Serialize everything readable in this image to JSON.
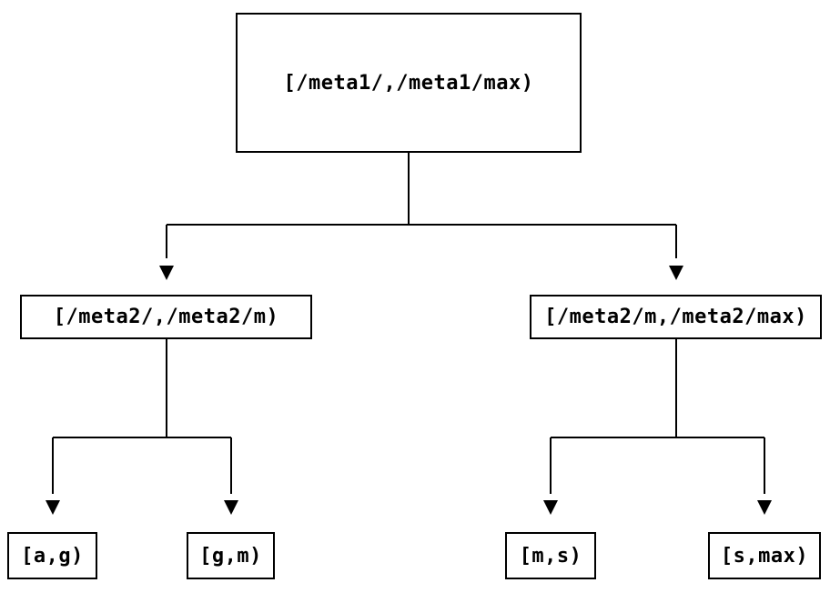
{
  "colors": {
    "ink": "#000000",
    "background": "#ffffff"
  },
  "tree": {
    "root": {
      "label": "[/meta1/,/meta1/max)"
    },
    "children": [
      {
        "label": "[/meta2/,/meta2/m)"
      },
      {
        "label": "[/meta2/m,/meta2/max)"
      }
    ],
    "leaves": [
      {
        "label": "[a,g)"
      },
      {
        "label": "[g,m)"
      },
      {
        "label": "[m,s)"
      },
      {
        "label": "[s,max)"
      }
    ]
  }
}
